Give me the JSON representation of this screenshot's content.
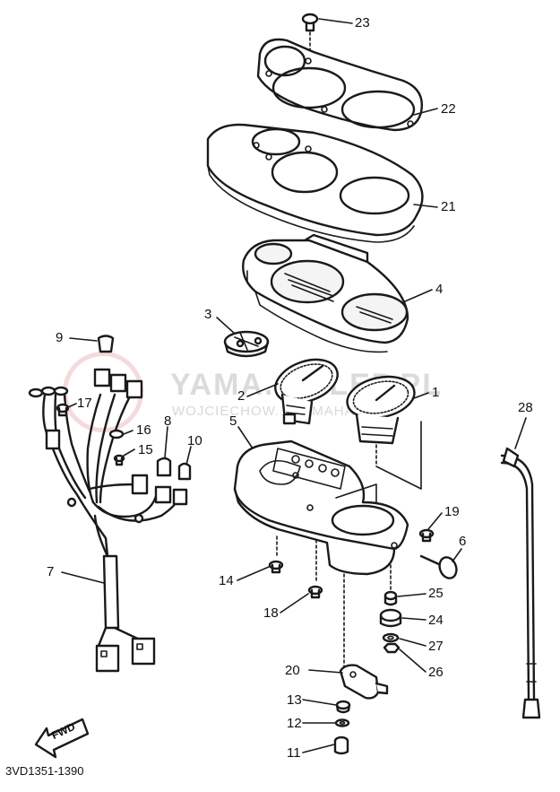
{
  "watermark": {
    "main": "YAMA... KLEP.PL",
    "sub": "WOJCIECHOW... YAMAHA"
  },
  "diagram_code": "3VD1351-1390",
  "fwd_arrow": {
    "label": "FWD"
  },
  "part_numbers": [
    "1",
    "2",
    "3",
    "4",
    "5",
    "6",
    "7",
    "8",
    "9",
    "10",
    "11",
    "12",
    "13",
    "14",
    "15",
    "16",
    "17",
    "18",
    "19",
    "20",
    "21",
    "22",
    "23",
    "24",
    "25",
    "26",
    "27",
    "28"
  ]
}
